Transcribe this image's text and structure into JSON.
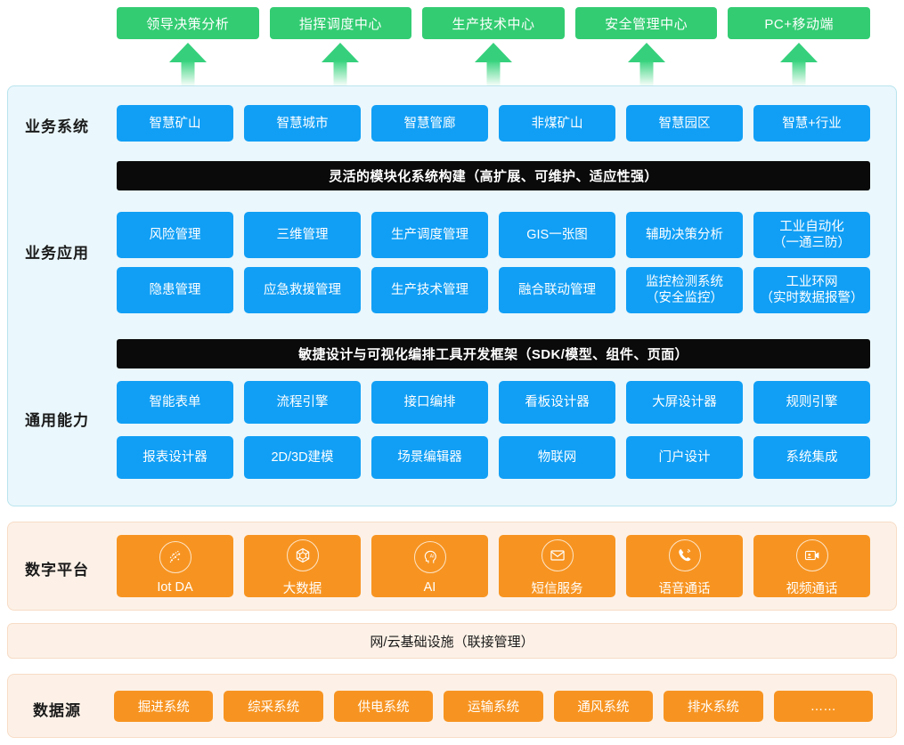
{
  "top_row": {
    "items": [
      {
        "label": "领导决策分析"
      },
      {
        "label": "指挥调度中心"
      },
      {
        "label": "生产技术中心"
      },
      {
        "label": "安全管理中心"
      },
      {
        "label": "PC+移动端"
      }
    ]
  },
  "colors": {
    "green": "#33cc72",
    "blue": "#119ff5",
    "orange": "#f79421",
    "black": "#0a0a0a",
    "panel_blue_bg": "#eaf7fc",
    "panel_orange_bg": "#fdf1e7"
  },
  "sections": {
    "business_system": {
      "label": "业务系统",
      "cards": [
        "智慧矿山",
        "智慧城市",
        "智慧管廊",
        "非煤矿山",
        "智慧园区",
        "智慧+行业"
      ]
    },
    "modular_bar": {
      "label": "灵活的模块化系统构建（高扩展、可维护、适应性强）"
    },
    "business_application": {
      "label": "业务应用",
      "row1": [
        {
          "line1": "风险管理",
          "line2": ""
        },
        {
          "line1": "三维管理",
          "line2": ""
        },
        {
          "line1": "生产调度管理",
          "line2": ""
        },
        {
          "line1": "GIS一张图",
          "line2": ""
        },
        {
          "line1": "辅助决策分析",
          "line2": ""
        },
        {
          "line1": "工业自动化",
          "line2": "（一通三防）"
        }
      ],
      "row2": [
        {
          "line1": "隐患管理",
          "line2": ""
        },
        {
          "line1": "应急救援管理",
          "line2": ""
        },
        {
          "line1": "生产技术管理",
          "line2": ""
        },
        {
          "line1": "融合联动管理",
          "line2": ""
        },
        {
          "line1": "监控检测系统",
          "line2": "（安全监控）"
        },
        {
          "line1": "工业环网",
          "line2": "（实时数据报警）"
        }
      ]
    },
    "agile_bar": {
      "label": "敏捷设计与可视化编排工具开发框架（SDK/模型、组件、页面）"
    },
    "common_capability": {
      "label": "通用能力",
      "row1": [
        "智能表单",
        "流程引擎",
        "接口编排",
        "看板设计器",
        "大屏设计器",
        "规则引擎"
      ],
      "row2": [
        "报表设计器",
        "2D/3D建模",
        "场景编辑器",
        "物联网",
        "门户设计",
        "系统集成"
      ]
    },
    "digital_platform": {
      "label": "数字平台",
      "cards": [
        {
          "label": "Iot DA",
          "icon": "iot-da-icon"
        },
        {
          "label": "大数据",
          "icon": "big-data-icon"
        },
        {
          "label": "AI",
          "icon": "ai-head-icon"
        },
        {
          "label": "短信服务",
          "icon": "envelope-icon"
        },
        {
          "label": "语音通话",
          "icon": "phone-call-icon"
        },
        {
          "label": "视频通话",
          "icon": "video-call-icon"
        }
      ]
    },
    "infrastructure": {
      "label": "网/云基础设施（联接管理）"
    },
    "data_source": {
      "label": "数据源",
      "cards": [
        "掘进系统",
        "综采系统",
        "供电系统",
        "运输系统",
        "通风系统",
        "排水系统",
        "……"
      ]
    }
  }
}
